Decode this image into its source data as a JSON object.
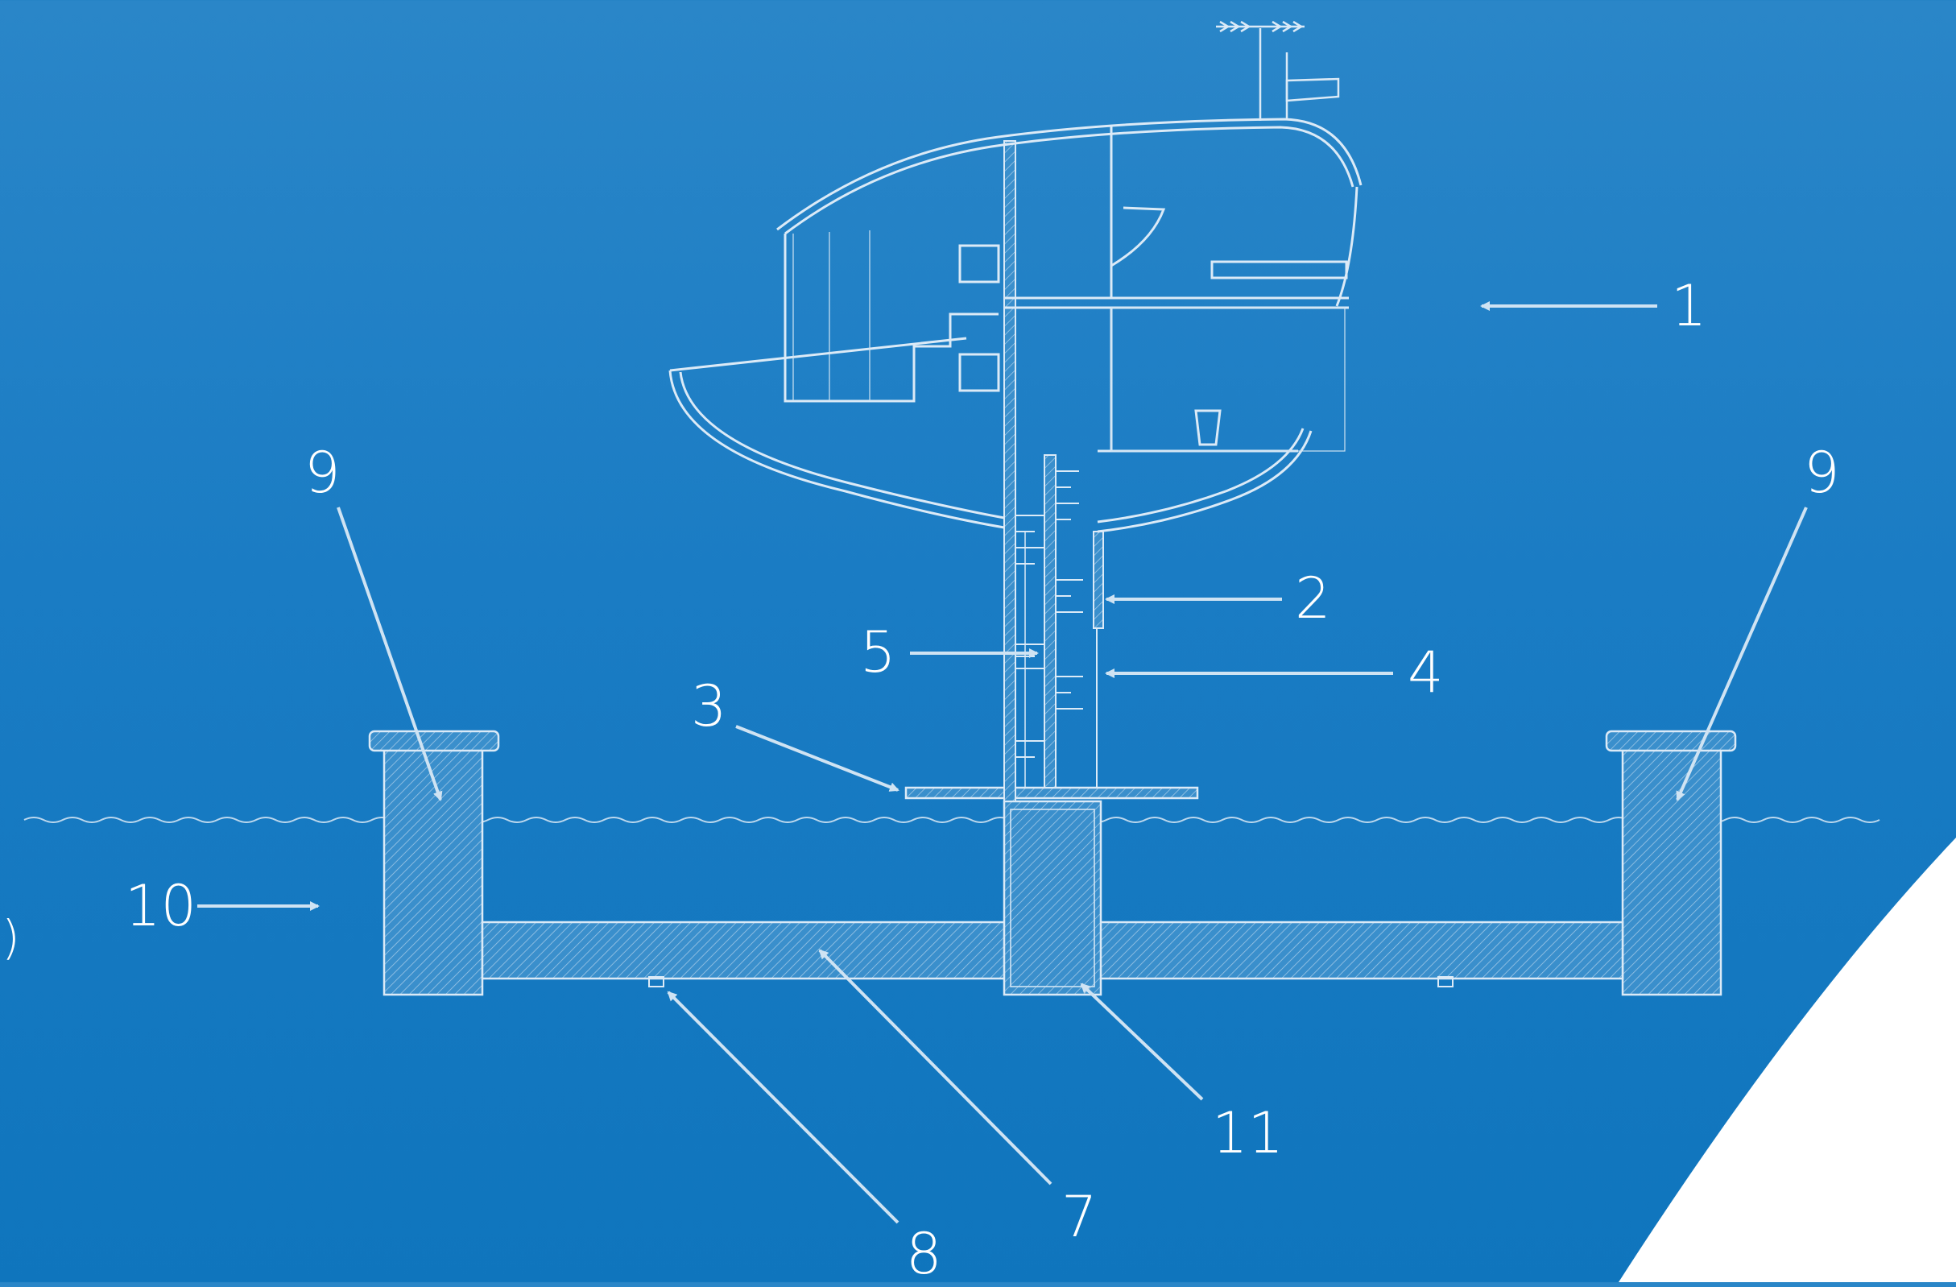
{
  "colors": {
    "background_top": "#2a86c8",
    "background_bottom": "#0f75bd",
    "line": "#dbeaf7",
    "arrow": "#cfe3f3",
    "sheet": "#ffffff"
  },
  "callouts": {
    "c1": "1",
    "c2": "2",
    "c3": "3",
    "c4": "4",
    "c5": "5",
    "c7": "7",
    "c8": "8",
    "c9_left": "9",
    "c9_right": "9",
    "c10": "10",
    "c11": "11"
  },
  "cropped_text": "l)"
}
